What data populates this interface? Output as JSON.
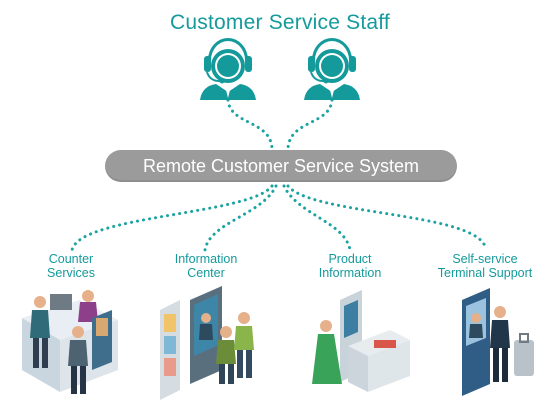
{
  "title": "Customer Service Staff",
  "system": {
    "label": "Remote Customer Service System"
  },
  "services": [
    {
      "line1": "Counter",
      "line2": "Services"
    },
    {
      "line1": "Information",
      "line2": "Center"
    },
    {
      "line1": "Product",
      "line2": "Information"
    },
    {
      "line1": "Self-service",
      "line2": "Terminal Support"
    }
  ],
  "colors": {
    "accent": "#159a9c",
    "pill": "#9b9b9b",
    "connector": "#1aa3a0"
  },
  "icons": [
    "headset-agent-icon",
    "headset-agent-icon"
  ]
}
